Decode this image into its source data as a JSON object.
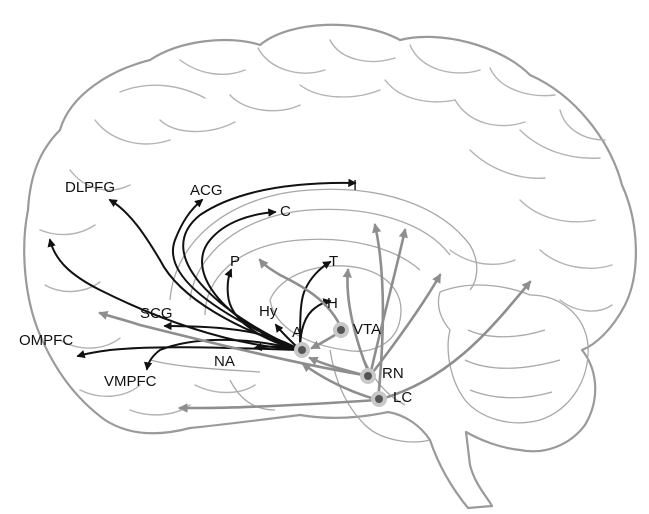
{
  "labels": {
    "dlpfg": "DLPFG",
    "acg": "ACG",
    "i": "I",
    "c": "C",
    "p": "P",
    "t": "T",
    "h": "H",
    "hy": "Hy",
    "scg": "SCG",
    "a": "A",
    "vta": "VTA",
    "ompfc": "OMPFC",
    "na": "NA",
    "vmpfc": "VMPFC",
    "rn": "RN",
    "lc": "LC"
  },
  "colors": {
    "outline": "#9a9a9a",
    "dark_arrow": "#111111",
    "grey_arrow": "#8e8e8e",
    "nucleus": "#555555",
    "nucleus_halo": "#c8c8c8"
  }
}
